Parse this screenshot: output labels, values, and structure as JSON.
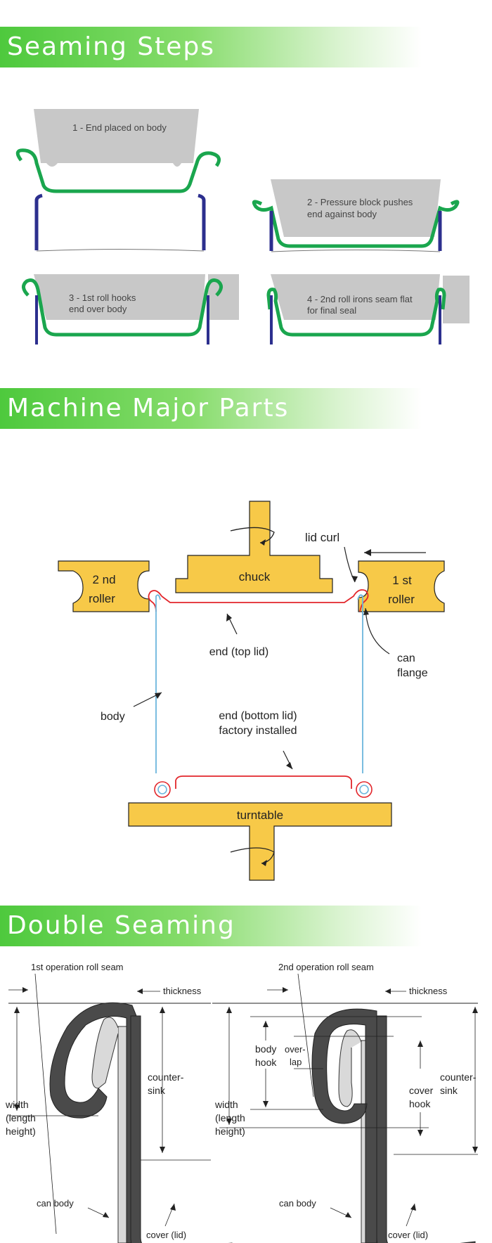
{
  "sections": {
    "seaming_steps": "Seaming Steps",
    "machine_parts": "Machine Major Parts",
    "double_seaming": "Double Seaming"
  },
  "steps": {
    "s1": "1 - End placed on body",
    "s2a": "2 - Pressure block pushes",
    "s2b": "end against body",
    "s3a": "3 - 1st roll hooks",
    "s3b": "end over body",
    "s4a": "4 - 2nd roll irons seam flat",
    "s4b": "for final seal"
  },
  "machine": {
    "chuck": "chuck",
    "roller2_a": "2 nd",
    "roller2_b": "roller",
    "roller1_a": "1 st",
    "roller1_b": "roller",
    "lid_curl": "lid curl",
    "end_top": "end (top lid)",
    "can_flange_a": "can",
    "can_flange_b": "flange",
    "body": "body",
    "end_bottom_a": "end (bottom lid)",
    "end_bottom_b": "factory installed",
    "turntable": "turntable"
  },
  "seam": {
    "op1_title": "1st operation roll seam",
    "op2_title": "2nd operation roll seam",
    "thickness": "thickness",
    "width_a": "width",
    "width_b": "(length",
    "width_c": "height)",
    "countersink_a": "counter-",
    "countersink_b": "sink",
    "can_body": "can body",
    "cover_lid": "cover (lid)",
    "body_hook_a": "body",
    "body_hook_b": "hook",
    "overlap_a": "over-",
    "overlap_b": "lap",
    "cover_hook_a": "cover",
    "cover_hook_b": "hook"
  },
  "colors": {
    "banner_green": "#4ec93d",
    "lid_green": "#1aa64e",
    "body_blue": "#2c2f8e",
    "part_yellow": "#f7c948",
    "block_gray": "#c8c8c8",
    "end_red": "#e2262b",
    "body_cyan": "#6bb6dc",
    "seam_dark": "#4a4a4a",
    "seam_light": "#d9d9d9"
  }
}
